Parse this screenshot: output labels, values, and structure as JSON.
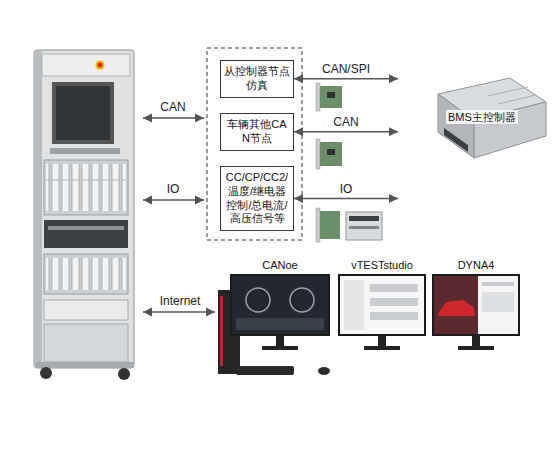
{
  "diagram": {
    "nodes": [
      {
        "text": [
          "从控制器节点仿真"
        ]
      },
      {
        "text": [
          "车辆其他CAN节点"
        ]
      },
      {
        "text": [
          "CC/CP/CC2/温度/继电器控制/总电流/高压信号等"
        ]
      },
      {
        "text": [
          "BMS主控制器"
        ]
      },
      {
        "text": [
          "CANoe"
        ]
      },
      {
        "text": [
          "vTESTstudio"
        ]
      },
      {
        "text": [
          "DYNA4"
        ]
      }
    ],
    "edges": [
      {
        "from": 0,
        "to": 3,
        "arrow": "both",
        "label": "CAN/SPI"
      },
      {
        "from": 1,
        "to": 3,
        "arrow": "both",
        "label": "CAN"
      },
      {
        "from": 2,
        "to": 3,
        "arrow": "both",
        "label": "IO"
      }
    ],
    "labels": [
      "CAN",
      "IO",
      "Internet"
    ]
  }
}
